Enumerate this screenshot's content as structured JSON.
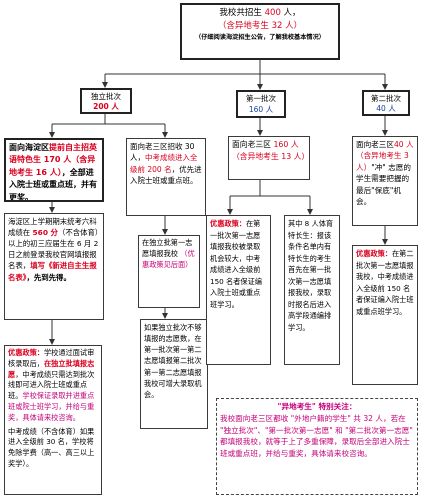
{
  "top": {
    "line1_a": "我校共招生 ",
    "line1_num": "400",
    "line1_b": " 人，",
    "line2": "（含异地考生 32 人）",
    "note": "（仔细阅读海淀招生公告，了解我校基本情况）"
  },
  "level2": {
    "independent": {
      "title": "独立批次",
      "num": "200 人"
    },
    "first": {
      "title": "第一批次",
      "num": "160 人"
    },
    "second": {
      "title": "第二批次",
      "num": "40 人"
    }
  },
  "haidian": {
    "a": "面向海淀区",
    "b": "提前自主招英语特色生 170 人（含异地考生 16 人）",
    "c": "，全部进入院士班或重点班，并有更奖。"
  },
  "laosan_ind": {
    "a": "面向老三区招收 30 人，",
    "b": "中考成绩进入全级前 200 名",
    "c": "，优先进入院士班或重点班。"
  },
  "haidian_detail": {
    "a": "海淀区上学期期末统考六科成绩在 ",
    "b": "560 分",
    "c": "（不含体育）以上的初三应届生在 6 月 2 日之前登录我校官网填报报名表，",
    "d": "填写《新进自主生报名表》",
    "e": "，先到先得。"
  },
  "policy_left": {
    "title": "优惠政策：",
    "a": "学校通过面试审核录取后，",
    "b": "在独立批填报志愿",
    "c": "，中考成绩只需达到批次线即可进入院士班或重点班。",
    "d": "学校保证录取并进重点班或院士班学习，并给与重奖，具体请来校咨询。",
    "e": "中考成绩（不含体育）如果进入全级前 30 名，学校将免除学费（高一、高三以上奖学）。"
  },
  "ind_second_choice": {
    "a": "在独立批第一志愿填报我校",
    "b": "（优惠政策见后面）"
  },
  "ind_fill_note": {
    "text": "如果独立批次不够填报的志愿数，在第一批次第一第二志愿填报第二批次第一第二志愿填报我校可增大录取机会。"
  },
  "first_laosan": {
    "a": "面向老三区",
    "b": "160 人（含异地考生 13 人）"
  },
  "policy_first": {
    "title": "优惠政策：",
    "text": "在第一批次第一志愿填报我校被录取机会较大，中考成绩进入全级前 150 名者保证编入院士班或重点班学习。"
  },
  "eight_sports": {
    "text": "其中 8 人体育特长生：报该条件名单内有特长生的考生首先在第一批次第一志愿填报我校，录取时报名后进入高学段通编排学习。"
  },
  "second_laosan": {
    "a": "面向老三区",
    "b": "40 人（含异地考生 3 人）",
    "c": "\"冲\" 志愿的学生需要把握的最后\"保底\"机会。"
  },
  "policy_second": {
    "title": "优惠政策：",
    "text": "在第二批次第一志愿填报我校，中考成绩进入全级前 150 名者保证编入院士班或重点班学习。"
  },
  "remote": {
    "title": "\"异地考生\" 特别关注：",
    "a": "我校面向老三区都收 \"外地户籍的学生\" 共 32 人，若在 \"独立批次\"、\"第一批次第一志愿\" 和 \"第二批次第一志愿\" 都填报我校，就等于上了多重保障，录取后全部进入院士班或重点班，并给与重奖，具体请来校咨询。"
  }
}
